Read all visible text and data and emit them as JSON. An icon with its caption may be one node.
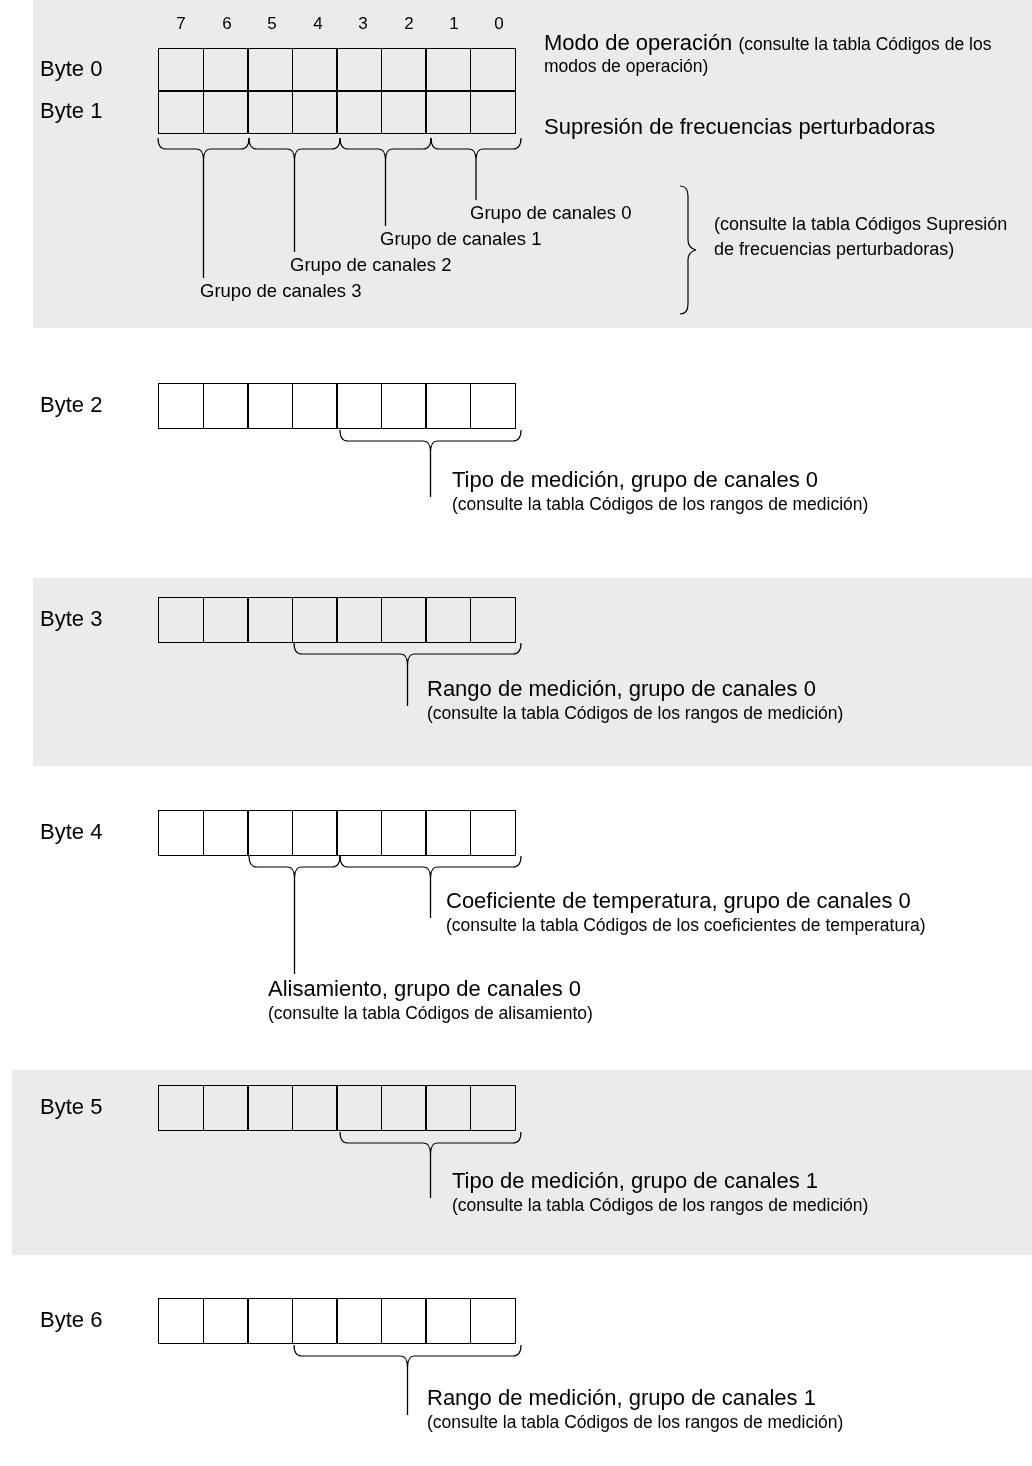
{
  "diagram": {
    "nodes": [
      {
        "text": [
          "Byte 0"
        ],
        "beside": [
          "Modo de operación",
          "(consulte la tabla Códigos de los modos de operación)"
        ]
      },
      {
        "text": [
          "Byte 1"
        ],
        "beside": [
          "Supresión de frecuencias perturbadoras"
        ]
      },
      {
        "text": [],
        "shape": "bracket"
      },
      {
        "text": [],
        "shape": "bracket"
      },
      {
        "text": [],
        "shape": "bracket"
      },
      {
        "text": [],
        "shape": "bracket"
      },
      {
        "text": [
          "Grupo de canales 0"
        ]
      },
      {
        "text": [
          "Grupo de canales 1"
        ]
      },
      {
        "text": [
          "Grupo de canales 2"
        ]
      },
      {
        "text": [
          "Grupo de canales 3"
        ]
      },
      {
        "text": [
          "Byte 2"
        ]
      },
      {
        "text": [],
        "shape": "bracket"
      },
      {
        "text": [
          "Tipo de medición, grupo de canales 0",
          "(consulte la tabla Códigos de los rangos de medición)"
        ]
      },
      {
        "text": [
          "Byte 3"
        ]
      },
      {
        "text": [],
        "shape": "bracket"
      },
      {
        "text": [
          "Rango de medición, grupo de canales 0",
          "(consulte la tabla Códigos de los rangos de medición)"
        ]
      },
      {
        "text": [
          "Byte 4"
        ]
      },
      {
        "text": [],
        "shape": "bracket"
      },
      {
        "text": [],
        "shape": "bracket"
      },
      {
        "text": [
          "Coeficiente de temperatura, grupo de canales 0",
          "(consulte la tabla Códigos de los coeficientes de temperatura)"
        ]
      },
      {
        "text": [
          "Alisamiento, grupo de canales 0",
          "(consulte la tabla Códigos de alisamiento)"
        ]
      },
      {
        "text": [
          "Byte 5"
        ]
      },
      {
        "text": [],
        "shape": "bracket"
      },
      {
        "text": [
          "Tipo de medición, grupo de canales 1",
          "(consulte la tabla Códigos de los rangos de medición)"
        ]
      },
      {
        "text": [
          "Byte 6"
        ]
      },
      {
        "text": [],
        "shape": "bracket"
      },
      {
        "text": [
          "Rango de medición, grupo de canales 1",
          "(consulte la tabla Códigos de los rangos de medición)"
        ]
      }
    ],
    "edges": [
      {
        "from": 6,
        "to": 5,
        "arrow": "none"
      },
      {
        "from": 7,
        "to": 4,
        "arrow": "none"
      },
      {
        "from": 8,
        "to": 3,
        "arrow": "none"
      },
      {
        "from": 9,
        "to": 2,
        "arrow": "none"
      },
      {
        "from": 12,
        "to": 11,
        "arrow": "none"
      },
      {
        "from": 15,
        "to": 14,
        "arrow": "none"
      },
      {
        "from": 19,
        "to": 18,
        "arrow": "none"
      },
      {
        "from": 20,
        "to": 17,
        "arrow": "none"
      },
      {
        "from": 23,
        "to": 22,
        "arrow": "none"
      },
      {
        "from": 26,
        "to": 25,
        "arrow": "none"
      }
    ],
    "labels": [
      "7",
      "6",
      "5",
      "4",
      "3",
      "2",
      "1",
      "0",
      "(consulte la tabla Códigos Supresión de frecuencias perturbadoras)"
    ]
  }
}
